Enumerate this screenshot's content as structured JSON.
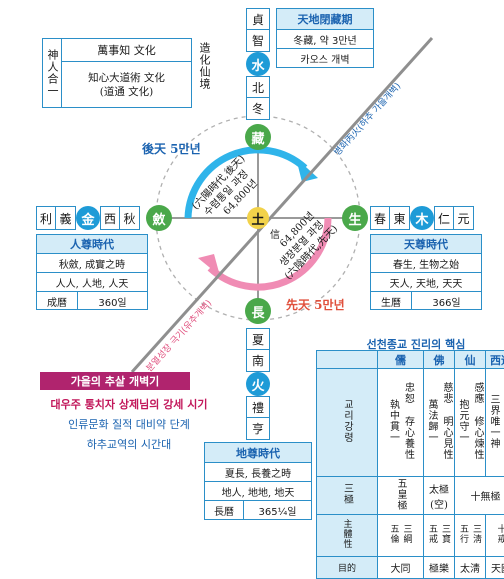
{
  "top_left_box": {
    "left_label": "神人合一",
    "line1": "萬事知 文化",
    "line2": "知心大道術 文化",
    "line3": "(道通 文化)",
    "right_label": "造化仙境"
  },
  "north_column": [
    "貞",
    "智",
    "水",
    "北",
    "冬",
    "藏"
  ],
  "north_box": {
    "title": "天地閉藏期",
    "line1": "冬藏, 약 3만년",
    "line2": "카오스 개벽"
  },
  "diagonal_upper_label": "병화丙火(하추 가을개벽)",
  "diagonal_lower_label": "분열성장 극기(유추개벽)",
  "west_row": [
    "利",
    "義",
    "金",
    "西",
    "秋"
  ],
  "west_circle": "斂",
  "east_circle": "生",
  "east_row": [
    "春",
    "東",
    "木",
    "仁",
    "元"
  ],
  "center": {
    "symbol": "土",
    "label": "信"
  },
  "upper_arc": {
    "era": "後天 5만년",
    "line1": "(六陽時代,後天)",
    "line2": "수렴통일 과정",
    "line3": "64,800년"
  },
  "lower_arc": {
    "era": "先天 5만년",
    "line1": "64,800년",
    "line2": "생장분열 과정",
    "line3": "(六陰時代,先天)"
  },
  "human_box": {
    "title": "人尊時代",
    "line1": "秋斂, 成實之時",
    "line2": "人人, 人地, 人天",
    "calendar_label": "成曆",
    "calendar_value": "360일"
  },
  "heaven_box": {
    "title": "天尊時代",
    "line1": "春生, 生物之始",
    "line2": "天人, 天地, 天天",
    "calendar_label": "生曆",
    "calendar_value": "366일"
  },
  "south_column": [
    "長",
    "夏",
    "南",
    "火",
    "禮",
    "亨"
  ],
  "earth_box": {
    "title": "地尊時代",
    "line1": "夏長, 長養之時",
    "line2": "地人, 地地, 地天",
    "calendar_label": "長曆",
    "calendar_value": "365¼일"
  },
  "autumn_box": {
    "title": "가을의 추살 개벽기",
    "line1": "대우주 통치자 상제님의 강세 시기",
    "line2": "인류문화 질적 대비약 단계",
    "line3": "하추교역의 시간대"
  },
  "core_table": {
    "title": "선천종교 진리의 핵심",
    "headers": [
      "儒",
      "佛",
      "仙",
      "西道"
    ],
    "row1_label": "교리강령",
    "row1": [
      "忠恕 存心養性 執中貫一",
      "慈悲 明心見性 萬法歸一",
      "感應 修心煉性 抱元守一",
      "博愛 聖靈感化 三界唯一神"
    ],
    "row2_label": "三極",
    "row2": [
      "五皇極",
      "太極(空)",
      "十無極"
    ],
    "row3_label": "主體性",
    "row3": [
      "三綱 五倫",
      "三寶 五戒",
      "三淸 五行",
      "十戒"
    ],
    "row4_label": "目的",
    "row4": [
      "大同",
      "極樂",
      "太淸",
      "天國"
    ]
  },
  "colors": {
    "blue_circle": "#1e9bd7",
    "green_circle": "#4aa84a",
    "gold_circle": "#f2d24a",
    "cyan_arrow": "#2fb4ea",
    "pink_arrow": "#f08cb4",
    "title_text": "#1b63b0",
    "era_red": "#e0503c",
    "magenta_bar": "#b0246e"
  }
}
